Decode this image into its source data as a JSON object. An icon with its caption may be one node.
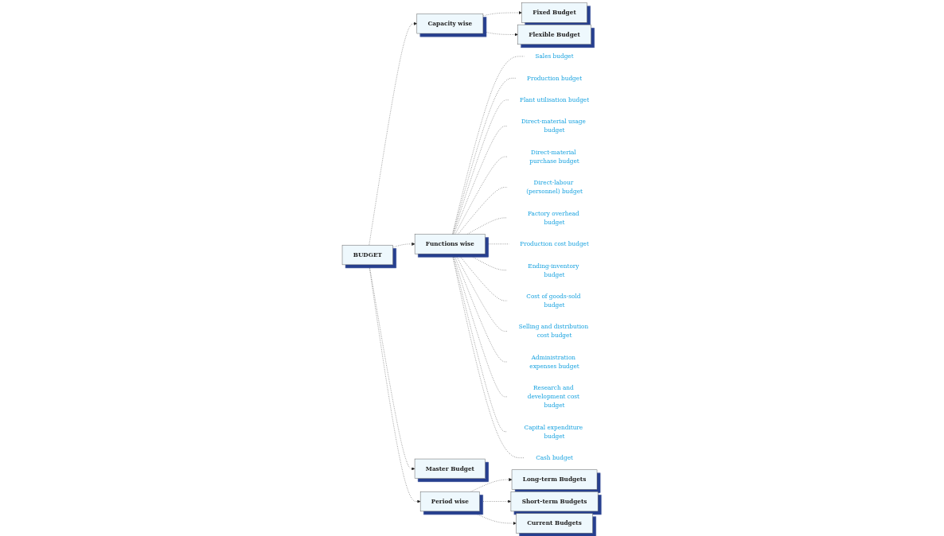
{
  "diagram": {
    "nodes": [
      {
        "text": [
          "BUDGET"
        ]
      },
      {
        "text": [
          "Capacity wise"
        ]
      },
      {
        "text": [
          "Fixed Budget"
        ]
      },
      {
        "text": [
          "Flexible Budget"
        ]
      },
      {
        "text": [
          "Functions wise"
        ]
      },
      {
        "text": [
          "Sales budget"
        ]
      },
      {
        "text": [
          "Production budget"
        ]
      },
      {
        "text": [
          "Plant utilisation budget"
        ]
      },
      {
        "text": [
          "Direct-material usage budget"
        ]
      },
      {
        "text": [
          "Direct-material purchase budget"
        ]
      },
      {
        "text": [
          "Direct-labour (personnel) budget"
        ]
      },
      {
        "text": [
          "Factory overhead budget"
        ]
      },
      {
        "text": [
          "Production cost budget"
        ]
      },
      {
        "text": [
          "Ending-inventory budget"
        ]
      },
      {
        "text": [
          "Cost of goods-sold budget"
        ]
      },
      {
        "text": [
          "Selling and distribution cost budget"
        ]
      },
      {
        "text": [
          "Administration expenses budget"
        ]
      },
      {
        "text": [
          "Research and development cost budget"
        ]
      },
      {
        "text": [
          "Capital expenditure budget"
        ]
      },
      {
        "text": [
          "Cash budget"
        ]
      },
      {
        "text": [
          "Master Budget"
        ]
      },
      {
        "text": [
          "Period wise"
        ]
      },
      {
        "text": [
          "Long-term Budgets"
        ]
      },
      {
        "text": [
          "Short-term Budgets"
        ]
      },
      {
        "text": [
          "Current Budgets"
        ]
      }
    ],
    "edges": [
      {
        "from": 0,
        "to": 1,
        "arrow": "to",
        "style": "dashed"
      },
      {
        "from": 0,
        "to": 4,
        "arrow": "to",
        "style": "dashed"
      },
      {
        "from": 0,
        "to": 20,
        "arrow": "to",
        "style": "dashed"
      },
      {
        "from": 0,
        "to": 21,
        "arrow": "to",
        "style": "dashed"
      },
      {
        "from": 1,
        "to": 2,
        "arrow": "to",
        "style": "dashed"
      },
      {
        "from": 1,
        "to": 3,
        "arrow": "to",
        "style": "dashed"
      },
      {
        "from": 4,
        "to": 5,
        "arrow": "none",
        "style": "dashed"
      },
      {
        "from": 4,
        "to": 6,
        "arrow": "none",
        "style": "dashed"
      },
      {
        "from": 4,
        "to": 7,
        "arrow": "none",
        "style": "dashed"
      },
      {
        "from": 4,
        "to": 8,
        "arrow": "none",
        "style": "dashed"
      },
      {
        "from": 4,
        "to": 9,
        "arrow": "none",
        "style": "dashed"
      },
      {
        "from": 4,
        "to": 10,
        "arrow": "none",
        "style": "dashed"
      },
      {
        "from": 4,
        "to": 11,
        "arrow": "none",
        "style": "dashed"
      },
      {
        "from": 4,
        "to": 12,
        "arrow": "none",
        "style": "dashed"
      },
      {
        "from": 4,
        "to": 13,
        "arrow": "none",
        "style": "dashed"
      },
      {
        "from": 4,
        "to": 14,
        "arrow": "none",
        "style": "dashed"
      },
      {
        "from": 4,
        "to": 15,
        "arrow": "none",
        "style": "dashed"
      },
      {
        "from": 4,
        "to": 16,
        "arrow": "none",
        "style": "dashed"
      },
      {
        "from": 4,
        "to": 17,
        "arrow": "none",
        "style": "dashed"
      },
      {
        "from": 4,
        "to": 18,
        "arrow": "none",
        "style": "dashed"
      },
      {
        "from": 4,
        "to": 19,
        "arrow": "none",
        "style": "dashed"
      },
      {
        "from": 21,
        "to": 22,
        "arrow": "to",
        "style": "dashed"
      },
      {
        "from": 21,
        "to": 23,
        "arrow": "to",
        "style": "dashed"
      },
      {
        "from": 21,
        "to": 24,
        "arrow": "to",
        "style": "dashed"
      }
    ]
  }
}
